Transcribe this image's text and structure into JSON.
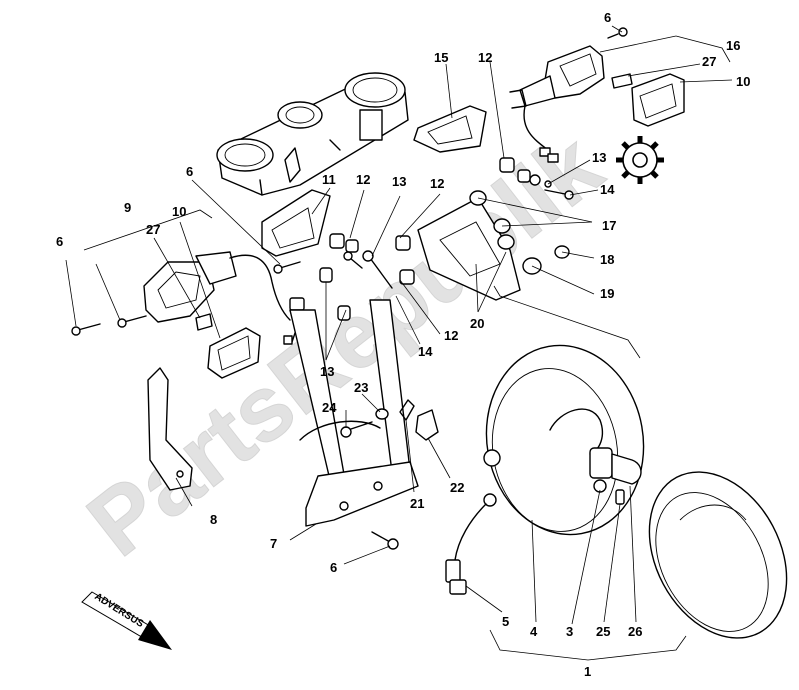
{
  "watermark": "PartsRepublik",
  "direction_label": "ADVERSUS",
  "callouts": [
    {
      "id": "c6a",
      "text": "6"
    },
    {
      "id": "c16",
      "text": "16"
    },
    {
      "id": "c27a",
      "text": "27"
    },
    {
      "id": "c10a",
      "text": "10"
    },
    {
      "id": "c15",
      "text": "15"
    },
    {
      "id": "c12a",
      "text": "12"
    },
    {
      "id": "c13a",
      "text": "13"
    },
    {
      "id": "c14a",
      "text": "14"
    },
    {
      "id": "c17",
      "text": "17"
    },
    {
      "id": "c18",
      "text": "18"
    },
    {
      "id": "c19",
      "text": "19"
    },
    {
      "id": "c20",
      "text": "20"
    },
    {
      "id": "c12b",
      "text": "12"
    },
    {
      "id": "c12c",
      "text": "12"
    },
    {
      "id": "c13b",
      "text": "13"
    },
    {
      "id": "c12d",
      "text": "12"
    },
    {
      "id": "c11",
      "text": "11"
    },
    {
      "id": "c6b",
      "text": "6"
    },
    {
      "id": "c9",
      "text": "9"
    },
    {
      "id": "c10b",
      "text": "10"
    },
    {
      "id": "c27b",
      "text": "27"
    },
    {
      "id": "c6c",
      "text": "6"
    },
    {
      "id": "c13c",
      "text": "13"
    },
    {
      "id": "c14b",
      "text": "14"
    },
    {
      "id": "c23",
      "text": "23"
    },
    {
      "id": "c24",
      "text": "24"
    },
    {
      "id": "c8",
      "text": "8"
    },
    {
      "id": "c22",
      "text": "22"
    },
    {
      "id": "c21",
      "text": "21"
    },
    {
      "id": "c7",
      "text": "7"
    },
    {
      "id": "c6d",
      "text": "6"
    },
    {
      "id": "c5",
      "text": "5"
    },
    {
      "id": "c4",
      "text": "4"
    },
    {
      "id": "c3",
      "text": "3"
    },
    {
      "id": "c25",
      "text": "25"
    },
    {
      "id": "c26",
      "text": "26"
    },
    {
      "id": "c1",
      "text": "1"
    }
  ]
}
